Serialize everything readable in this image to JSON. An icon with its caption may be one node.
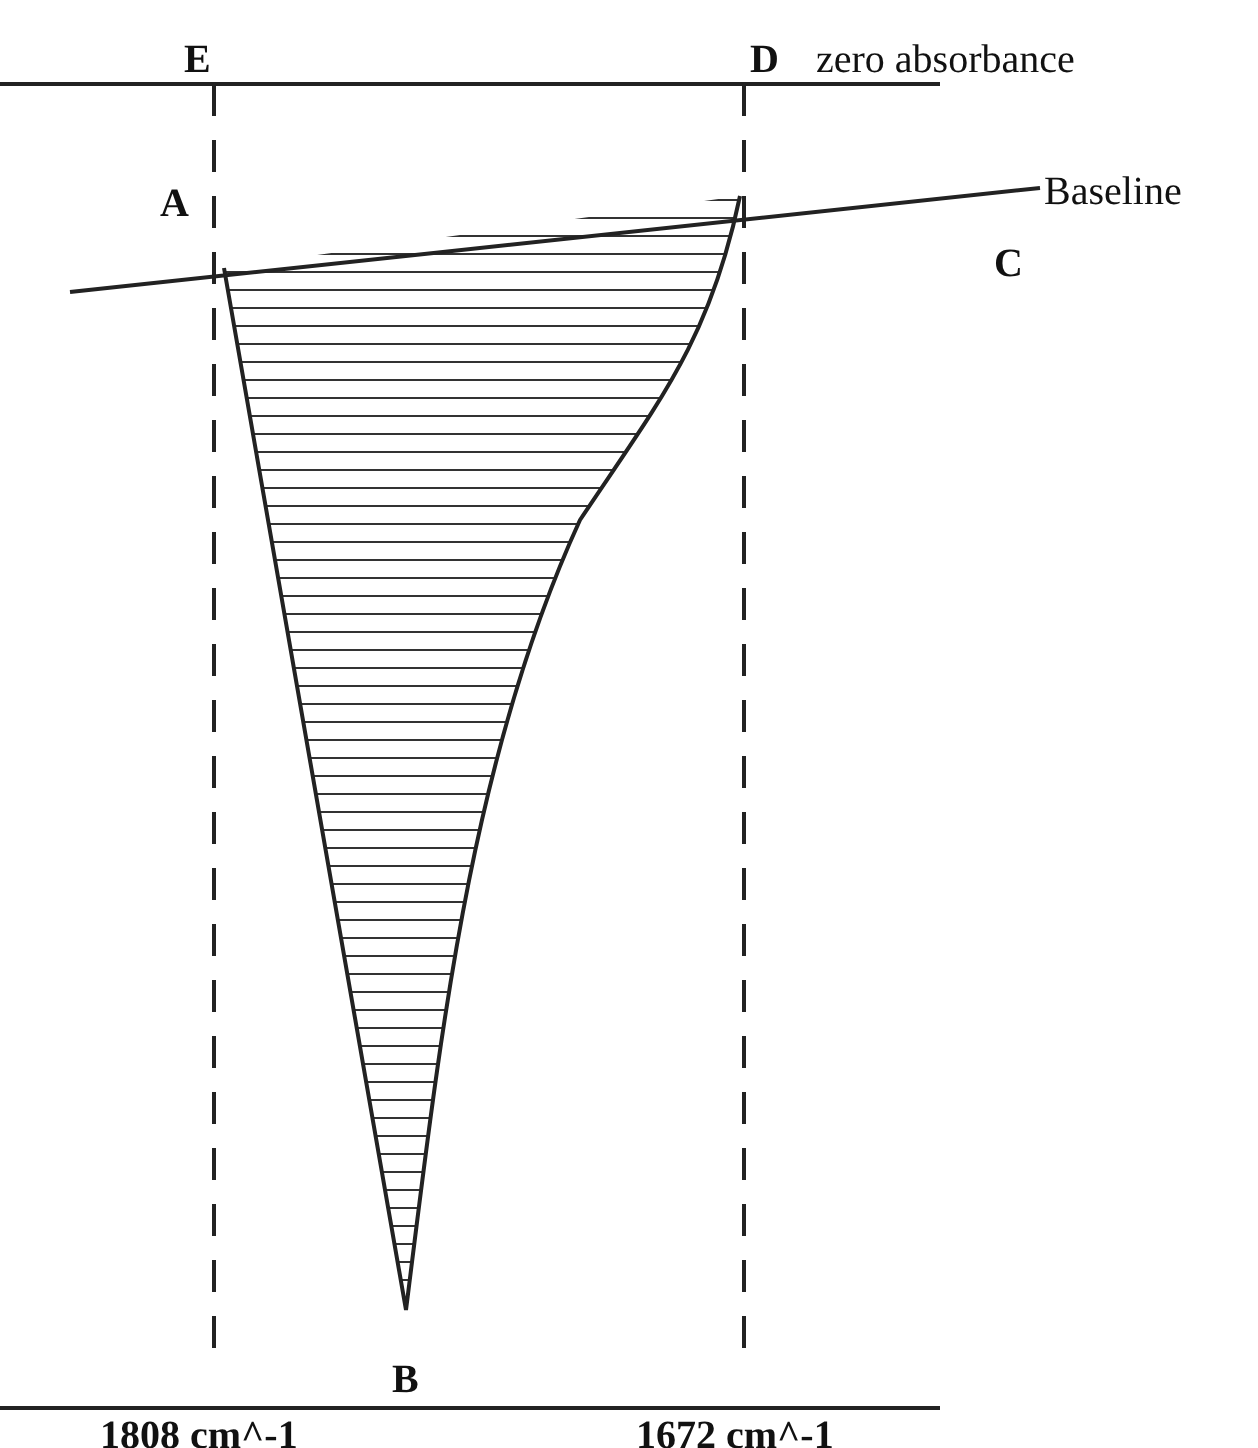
{
  "diagram": {
    "labels": [
      "E",
      "D",
      "zero absorbance",
      "A",
      "Baseline",
      "C",
      "B",
      "1808 cm^-1",
      "1672 cm^-1"
    ]
  }
}
